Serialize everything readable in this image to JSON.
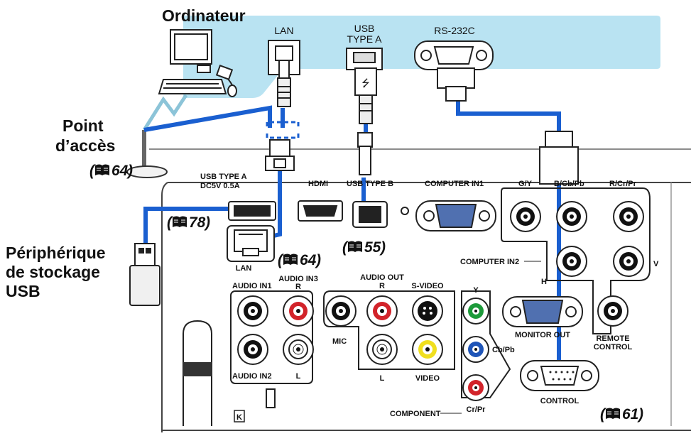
{
  "labels": {
    "computer": "Ordinateur",
    "access_point_line1": "Point",
    "access_point_line2": "d’accès",
    "usb_storage_line1": "Périphérique",
    "usb_storage_line2": "de stockage",
    "usb_storage_line3": "USB",
    "top_lan": "LAN",
    "top_usb_line1": "USB",
    "top_usb_line2": "TYPE A",
    "top_rs232": "RS-232C",
    "usb_type_a_line1": "USB TYPE A",
    "usb_type_a_line2": "DC5V 0.5A",
    "hdmi": "HDMI",
    "usb_type_b": "USB TYPE B",
    "computer_in1": "COMPUTER IN1",
    "gy": "G/Y",
    "bcbpb": "B/Cb/Pb",
    "rcrpr": "R/Cr/Pr",
    "lan_port": "LAN",
    "computer_in2": "COMPUTER IN2",
    "h": "H",
    "v": "V",
    "audio_in1": "AUDIO IN1",
    "audio_in3": "AUDIO IN3",
    "audio_in3_r": "R",
    "audio_in2": "AUDIO IN2",
    "audio_in3_l": "L",
    "audio_out": "AUDIO OUT",
    "audio_out_r": "R",
    "audio_out_l": "L",
    "s_video": "S-VIDEO",
    "mic": "MIC",
    "video": "VIDEO",
    "y": "Y",
    "cb_pb": "Cb/Pb",
    "cr_pr": "Cr/Pr",
    "component": "COMPONENT",
    "monitor_out": "MONITOR OUT",
    "remote_control_line1": "REMOTE",
    "remote_control_line2": "CONTROL",
    "control": "CONTROL",
    "k_lock": "K"
  },
  "page_refs": {
    "access_point": "64",
    "usb_storage": "78",
    "lan": "64",
    "usb_b": "55",
    "control": "61"
  },
  "icons": [
    "book-icon",
    "computer-icon",
    "usb-drive-icon",
    "access-point-icon",
    "lan-plug-icon",
    "usb-plug-icon",
    "serial-plug-icon"
  ],
  "colors": {
    "cable": "#1a5fd0",
    "panel_bg": "#b9e3f2",
    "jack_red": "#d2232a",
    "jack_green": "#1d9a3a",
    "jack_blue": "#1f55b8",
    "jack_yellow": "#f0df1e"
  }
}
